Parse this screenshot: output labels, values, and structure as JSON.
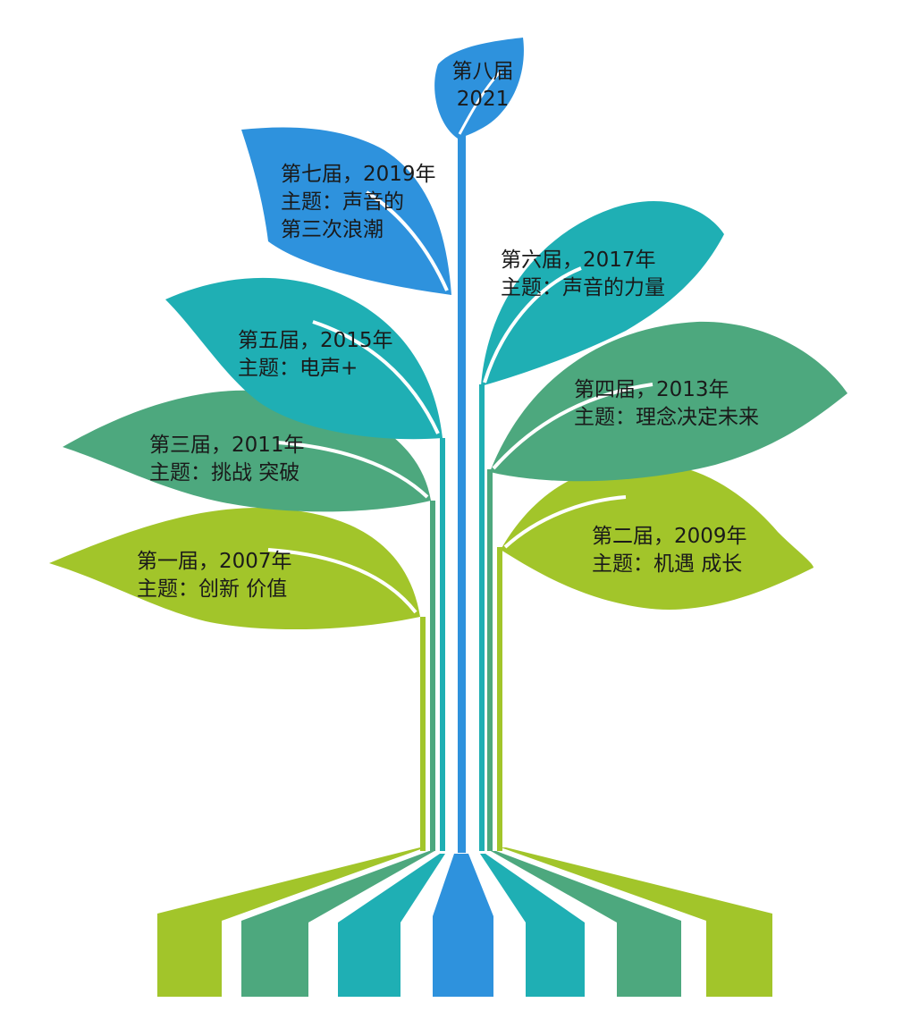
{
  "colors": {
    "lime": "#A2C52A",
    "green": "#4DA87E",
    "teal": "#1FAFB4",
    "blue": "#2E92DD",
    "text": "#1a1a1a"
  },
  "leaves": {
    "first": {
      "line1": "第一届，2007年",
      "line2": "主题：创新 价值"
    },
    "second": {
      "line1": "第二届，2009年",
      "line2": "主题：机遇 成长"
    },
    "third": {
      "line1": "第三届，2011年",
      "line2": "主题：挑战 突破"
    },
    "fourth": {
      "line1": "第四届，2013年",
      "line2": "主题：理念决定未来"
    },
    "fifth": {
      "line1": "第五届，2015年",
      "line2": "主题：电声+"
    },
    "sixth": {
      "line1": "第六届，2017年",
      "line2": "主题：声音的力量"
    },
    "seventh": {
      "line1": "第七届，2019年",
      "line2": "主题：声音的",
      "line3": "第三次浪潮"
    },
    "eighth": {
      "line1": "第八届",
      "line2": "2021"
    }
  }
}
